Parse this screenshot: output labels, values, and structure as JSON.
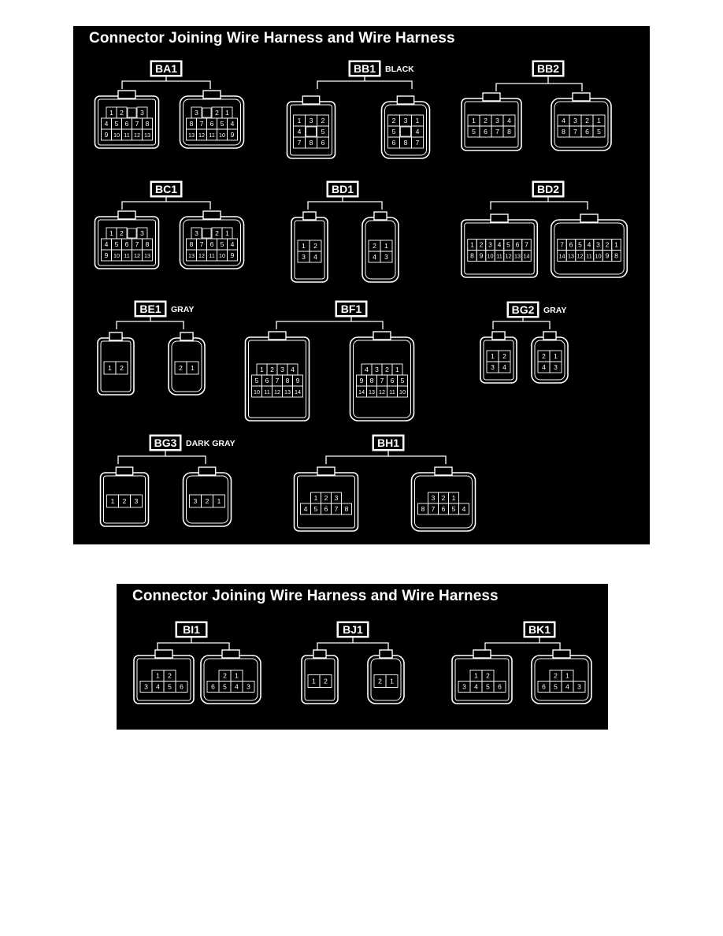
{
  "panels": [
    {
      "id": "panel1",
      "title": "Connector Joining Wire Harness and Wire Harness",
      "connectors": [
        {
          "code": "BA1",
          "color": "",
          "left": {
            "rows": [
              [
                "1",
                "2",
                "",
                "3"
              ],
              [
                "4",
                "5",
                "6",
                "7",
                "8"
              ],
              [
                "9",
                "10",
                "11",
                "12",
                "13"
              ]
            ]
          },
          "right": {
            "rows": [
              [
                "3",
                "",
                "2",
                "1"
              ],
              [
                "8",
                "7",
                "6",
                "5",
                "4"
              ],
              [
                "13",
                "12",
                "11",
                "10",
                "9"
              ]
            ]
          }
        },
        {
          "code": "BB1",
          "color": "BLACK",
          "left": {
            "rows": [
              [
                "1",
                "3",
                "2"
              ],
              [
                "4",
                "",
                "5"
              ],
              [
                "7",
                "8",
                "6"
              ]
            ]
          },
          "right": {
            "rows": [
              [
                "2",
                "3",
                "1"
              ],
              [
                "5",
                "",
                "4"
              ],
              [
                "6",
                "8",
                "7"
              ]
            ]
          }
        },
        {
          "code": "BB2",
          "color": "",
          "left": {
            "rows": [
              [
                "1",
                "2",
                "3",
                "4"
              ],
              [
                "5",
                "6",
                "7",
                "8"
              ]
            ]
          },
          "right": {
            "rows": [
              [
                "4",
                "3",
                "2",
                "1"
              ],
              [
                "8",
                "7",
                "6",
                "5"
              ]
            ]
          }
        },
        {
          "code": "BC1",
          "color": "",
          "left": {
            "rows": [
              [
                "1",
                "2",
                "",
                "3"
              ],
              [
                "4",
                "5",
                "6",
                "7",
                "8"
              ],
              [
                "9",
                "10",
                "11",
                "12",
                "13"
              ]
            ]
          },
          "right": {
            "rows": [
              [
                "3",
                "",
                "2",
                "1"
              ],
              [
                "8",
                "7",
                "6",
                "5",
                "4"
              ],
              [
                "13",
                "12",
                "11",
                "10",
                "9"
              ]
            ]
          }
        },
        {
          "code": "BD1",
          "color": "",
          "left": {
            "rows": [
              [
                "1",
                "2"
              ],
              [
                "3",
                "4"
              ]
            ]
          },
          "right": {
            "rows": [
              [
                "2",
                "1"
              ],
              [
                "4",
                "3"
              ]
            ]
          }
        },
        {
          "code": "BD2",
          "color": "",
          "left": {
            "rows": [
              [
                "1",
                "2",
                "3",
                "4",
                "5",
                "6",
                "7"
              ],
              [
                "8",
                "9",
                "10",
                "11",
                "12",
                "13",
                "14"
              ]
            ]
          },
          "right": {
            "rows": [
              [
                "7",
                "6",
                "5",
                "4",
                "3",
                "2",
                "1"
              ],
              [
                "14",
                "13",
                "12",
                "11",
                "10",
                "9",
                "8"
              ]
            ]
          }
        },
        {
          "code": "BE1",
          "color": "GRAY",
          "left": {
            "rows": [
              [
                "1",
                "2"
              ]
            ]
          },
          "right": {
            "rows": [
              [
                "2",
                "1"
              ]
            ]
          }
        },
        {
          "code": "BF1",
          "color": "",
          "left": {
            "rows": [
              [
                "1",
                "2",
                "3",
                "4"
              ],
              [
                "5",
                "6",
                "7",
                "8",
                "9"
              ],
              [
                "10",
                "11",
                "12",
                "13",
                "14"
              ]
            ]
          },
          "right": {
            "rows": [
              [
                "4",
                "3",
                "2",
                "1"
              ],
              [
                "9",
                "8",
                "7",
                "6",
                "5"
              ],
              [
                "14",
                "13",
                "12",
                "11",
                "10"
              ]
            ]
          }
        },
        {
          "code": "BG2",
          "color": "GRAY",
          "left": {
            "rows": [
              [
                "1",
                "2"
              ],
              [
                "3",
                "4"
              ]
            ]
          },
          "right": {
            "rows": [
              [
                "2",
                "1"
              ],
              [
                "4",
                "3"
              ]
            ]
          }
        },
        {
          "code": "BG3",
          "color": "DARK GRAY",
          "left": {
            "rows": [
              [
                "1",
                "2",
                "3"
              ]
            ]
          },
          "right": {
            "rows": [
              [
                "3",
                "2",
                "1"
              ]
            ]
          }
        },
        {
          "code": "BH1",
          "color": "",
          "left": {
            "rows": [
              [
                "1",
                "2",
                "3"
              ],
              [
                "4",
                "5",
                "6",
                "7",
                "8"
              ]
            ]
          },
          "right": {
            "rows": [
              [
                "3",
                "2",
                "1"
              ],
              [
                "8",
                "7",
                "6",
                "5",
                "4"
              ]
            ]
          }
        }
      ]
    },
    {
      "id": "panel2",
      "title": "Connector Joining Wire Harness and Wire Harness",
      "connectors": [
        {
          "code": "BI1",
          "color": "",
          "left": {
            "rows": [
              [
                "1",
                "2"
              ],
              [
                "3",
                "4",
                "5",
                "6"
              ]
            ]
          },
          "right": {
            "rows": [
              [
                "2",
                "1"
              ],
              [
                "6",
                "5",
                "4",
                "3"
              ]
            ]
          }
        },
        {
          "code": "BJ1",
          "color": "",
          "left": {
            "rows": [
              [
                "1",
                "2"
              ]
            ]
          },
          "right": {
            "rows": [
              [
                "2",
                "1"
              ]
            ]
          }
        },
        {
          "code": "BK1",
          "color": "",
          "left": {
            "rows": [
              [
                "1",
                "2"
              ],
              [
                "3",
                "4",
                "5",
                "6"
              ]
            ]
          },
          "right": {
            "rows": [
              [
                "2",
                "1"
              ],
              [
                "6",
                "5",
                "4",
                "3"
              ]
            ]
          }
        }
      ]
    }
  ],
  "colors": {
    "background": "#000000",
    "line": "#ffffff"
  }
}
